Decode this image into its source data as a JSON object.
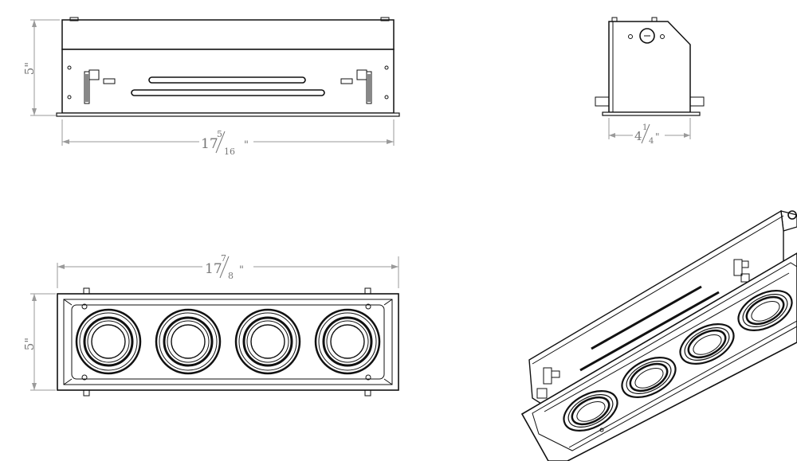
{
  "dimensions": {
    "front_height": "5\"",
    "front_length_whole": "17",
    "front_length_num": "5",
    "front_length_den": "16",
    "side_width_whole": "4",
    "side_width_num": "1",
    "side_width_den": "4",
    "bottom_height": "5\"",
    "bottom_length_whole": "17",
    "bottom_length_num": "7",
    "bottom_length_den": "8",
    "inch_mark": "\""
  },
  "bottom_view": {
    "lamp_count": 4
  },
  "iso_view": {
    "lamp_count": 4
  }
}
